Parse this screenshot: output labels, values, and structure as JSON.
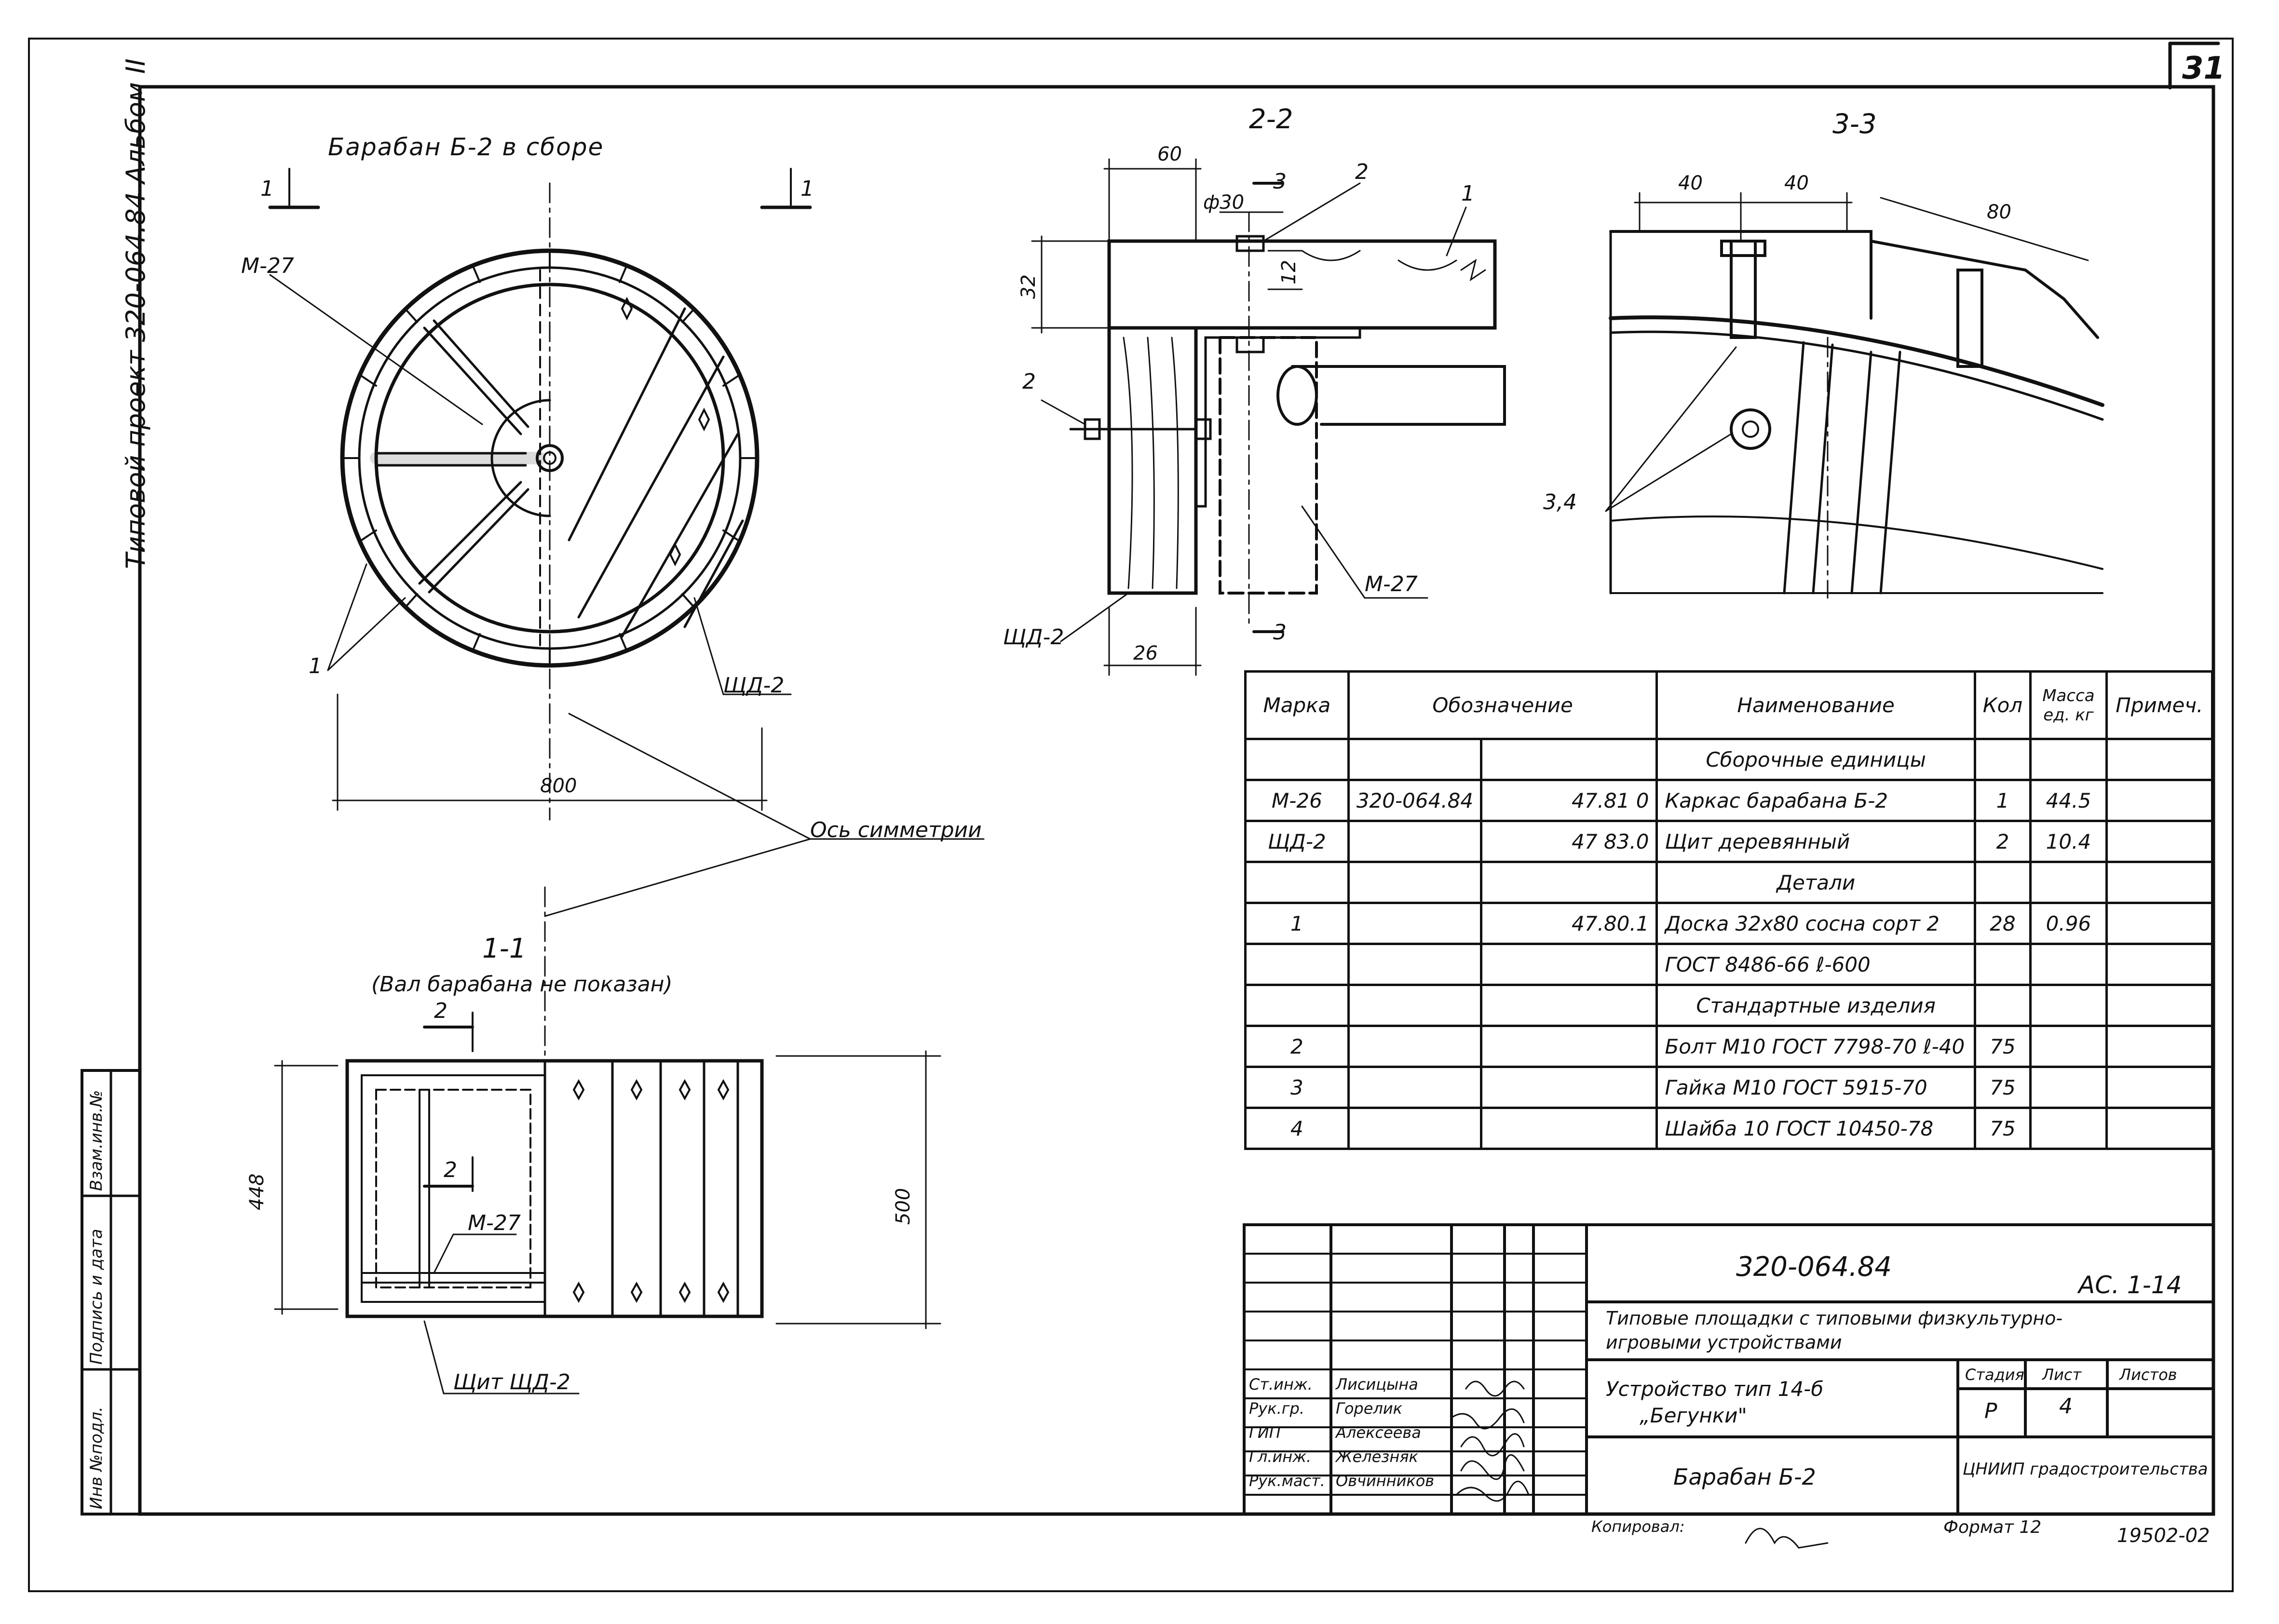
{
  "sheet_number": "31",
  "side_stamp": "Типовой проект 320-064.84 Альбом II",
  "side_fields": [
    "Инв №подл.",
    "Подпись и дата",
    "Взам.инв.№"
  ],
  "views": {
    "main_title": "Барабан Б-2 в сборе",
    "section_1_marker": "1",
    "section_22": "2-2",
    "section_33": "3-3",
    "section_11": "1-1",
    "section_11_note": "(Вал барабана не показан)",
    "axis_label": "Ось симметрии",
    "dim_800": "800",
    "dim_448": "448",
    "dim_500": "500",
    "dim_60": "60",
    "dim_30": "ф30",
    "dim_32": "32",
    "dim_12": "12",
    "dim_26": "26",
    "dim_40a": "40",
    "dim_40b": "40",
    "dim_80": "80",
    "label_m27": "М-27",
    "label_shd2": "ЩД-2",
    "label_shield": "Щит ЩД-2",
    "label_1": "1",
    "label_2": "2",
    "label_3": "3",
    "label_34": "3,4"
  },
  "spec_table": {
    "headers": [
      "Марка",
      "Обозначение",
      "Наименование",
      "Кол",
      "Масса ед. кг",
      "Примеч."
    ],
    "rows": [
      {
        "mark": "",
        "code": "",
        "num": "",
        "name": "Сборочные единицы",
        "qty": "",
        "mass": "",
        "note": "",
        "center": true
      },
      {
        "mark": "М-26",
        "code": "320-064.84",
        "num": "47.81 0",
        "name": "Каркас барабана Б-2",
        "qty": "1",
        "mass": "44.5",
        "note": ""
      },
      {
        "mark": "ЩД-2",
        "code": "",
        "num": "47 83.0",
        "name": "Щит деревянный",
        "qty": "2",
        "mass": "10.4",
        "note": ""
      },
      {
        "mark": "",
        "code": "",
        "num": "",
        "name": "Детали",
        "qty": "",
        "mass": "",
        "note": "",
        "center": true
      },
      {
        "mark": "1",
        "code": "",
        "num": "47.80.1",
        "name": "Доска 32x80 сосна сорт 2",
        "qty": "28",
        "mass": "0.96",
        "note": ""
      },
      {
        "mark": "",
        "code": "",
        "num": "",
        "name": "ГОСТ 8486-66 ℓ-600",
        "qty": "",
        "mass": "",
        "note": ""
      },
      {
        "mark": "",
        "code": "",
        "num": "",
        "name": "Стандартные изделия",
        "qty": "",
        "mass": "",
        "note": "",
        "center": true
      },
      {
        "mark": "2",
        "code": "",
        "num": "",
        "name": "Болт М10 ГОСТ 7798-70 ℓ-40",
        "qty": "75",
        "mass": "",
        "note": ""
      },
      {
        "mark": "3",
        "code": "",
        "num": "",
        "name": "Гайка М10 ГОСТ 5915-70",
        "qty": "75",
        "mass": "",
        "note": ""
      },
      {
        "mark": "4",
        "code": "",
        "num": "",
        "name": "Шайба 10 ГОСТ 10450-78",
        "qty": "75",
        "mass": "",
        "note": ""
      }
    ]
  },
  "title_block": {
    "project_code": "320-064.84",
    "sheet_code": "АС. 1-14",
    "project_name_1": "Типовые площадки с типовыми физкультурно-",
    "project_name_2": "игровыми устройствами",
    "object_1": "Устройство тип 14-б",
    "object_2": "„Бегунки\"",
    "drawing_name": "Барабан Б-2",
    "stage_hdr": "Стадия",
    "sheet_hdr": "Лист",
    "sheets_hdr": "Листов",
    "stage": "Р",
    "sheet": "4",
    "organization": "ЦНИИП градостроительства",
    "copied": "Копировал:",
    "format": "Формат 12",
    "doc_num": "19502-02",
    "people": [
      {
        "role": "Ст.инж.",
        "name": "Лисицына"
      },
      {
        "role": "Рук.гр.",
        "name": "Горелик"
      },
      {
        "role": "ГИП",
        "name": "Алексеева"
      },
      {
        "role": "Гл.инж.",
        "name": "Железняк"
      },
      {
        "role": "Рук.маст.",
        "name": "Овчинников"
      }
    ]
  }
}
